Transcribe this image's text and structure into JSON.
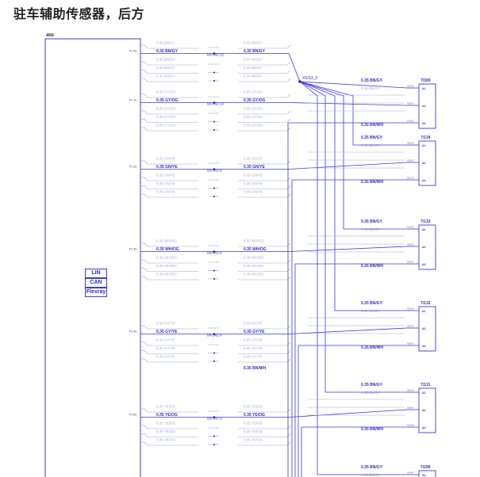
{
  "title": "驻车辅助传感器，后方",
  "colors": {
    "wire": "#3a3ae0",
    "faint": "#a8a8d8",
    "text": "#2e2ec4",
    "dot": "#1e1e9c"
  },
  "module": {
    "ref": "4/66"
  },
  "bus_labels": [
    "LIN",
    "CAN",
    "Flexray"
  ],
  "splice_main": "X5/S3_3",
  "groups": [
    {
      "pin": "P1 09",
      "wire": "0.35 BN/GY",
      "faint": "0.35 BN/GY",
      "splice": "9X/S42.12"
    },
    {
      "pin": "P1 10",
      "wire": "0.35 GY/OG",
      "faint": "0.35 GY/OG",
      "splice": "9X/S42.10"
    },
    {
      "pin": "P1 29",
      "wire": "0.35 GN/YE",
      "faint": "0.35 GN/YE",
      "splice": "9X/S42.9"
    },
    {
      "pin": "P1 30",
      "wire": "0.35 WH/OG",
      "faint": "0.35 WH/OG",
      "splice": "9X/S42.6"
    },
    {
      "pin": "P1 49",
      "wire": "0.35 GY/YE",
      "faint": "0.35 GY/YE",
      "splice": "9X/S42.4"
    },
    {
      "pin": "P1 50",
      "wire": "0.35 YE/OG",
      "faint": "0.35 YE/OG",
      "splice": "9X/S42.2"
    }
  ],
  "extra_label": "0.35 BN/WH",
  "connectors": [
    {
      "ref": "7/300",
      "top_label": "0.35 BN/GY",
      "bottom_label": "0.35 BN/WH",
      "pins": [
        "A1",
        "A2",
        "A3"
      ]
    },
    {
      "ref": "7/134",
      "top_label": "0.35 BN/GY",
      "bottom_label": "0.35 BN/WH",
      "pins": [
        "A1",
        "A2",
        "A3"
      ]
    },
    {
      "ref": "7/133",
      "top_label": "0.35 BN/GY",
      "bottom_label": "0.35 BN/WH",
      "pins": [
        "A1",
        "A2",
        "A3"
      ]
    },
    {
      "ref": "7/132",
      "top_label": "0.35 BN/GY",
      "bottom_label": "0.35 BN/WH",
      "pins": [
        "A1",
        "A2",
        "A3"
      ]
    },
    {
      "ref": "7/131",
      "top_label": "0.35 BN/GY",
      "bottom_label": "0.35 BN/WH",
      "pins": [
        "A1",
        "A2",
        "A3"
      ]
    },
    {
      "ref": "7/299",
      "top_label": "0.35 BN/GY",
      "bottom_label": "",
      "pins": [
        "A1"
      ]
    }
  ]
}
